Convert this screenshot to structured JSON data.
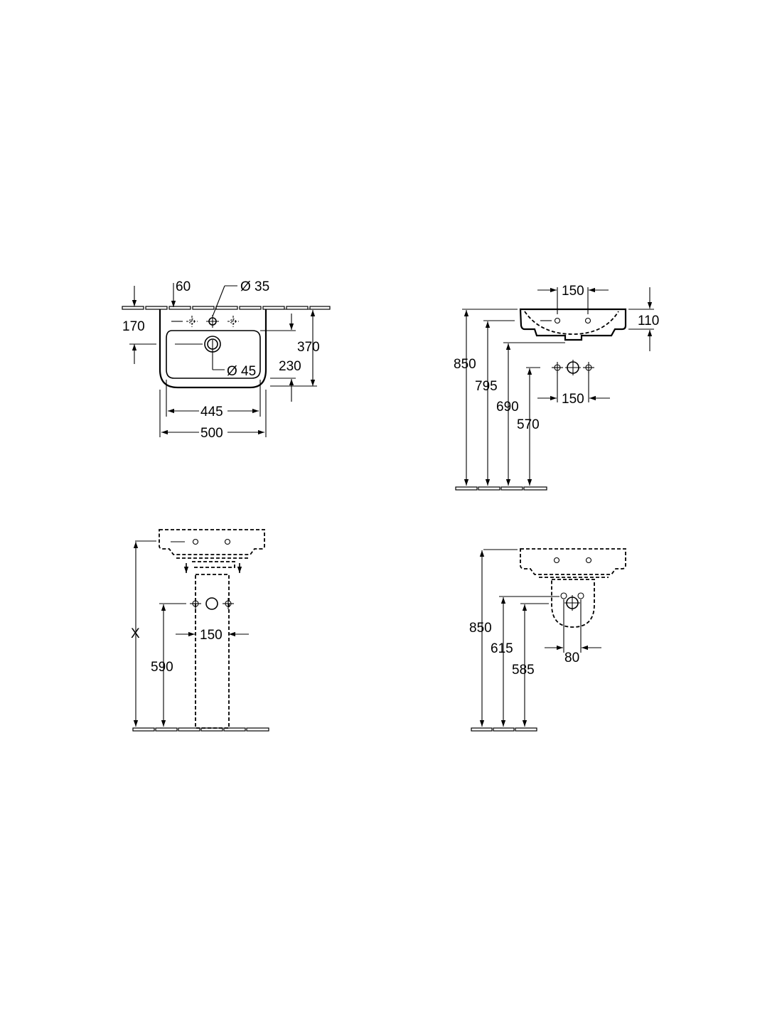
{
  "view_top": {
    "dim_60": "60",
    "dim_dia35": "Ø 35",
    "dim_170": "170",
    "dim_370": "370",
    "dim_dia45": "Ø 45",
    "dim_230": "230",
    "dim_445": "445",
    "dim_500": "500"
  },
  "view_side": {
    "dim_150_top": "150",
    "dim_110": "110",
    "dim_850": "850",
    "dim_795": "795",
    "dim_690": "690",
    "dim_570": "570",
    "dim_150_bottom": "150"
  },
  "view_pedestal": {
    "dim_x": "X",
    "dim_590": "590",
    "dim_150": "150"
  },
  "view_semi_pedestal": {
    "dim_850": "850",
    "dim_615": "615",
    "dim_585": "585",
    "dim_80": "80"
  }
}
